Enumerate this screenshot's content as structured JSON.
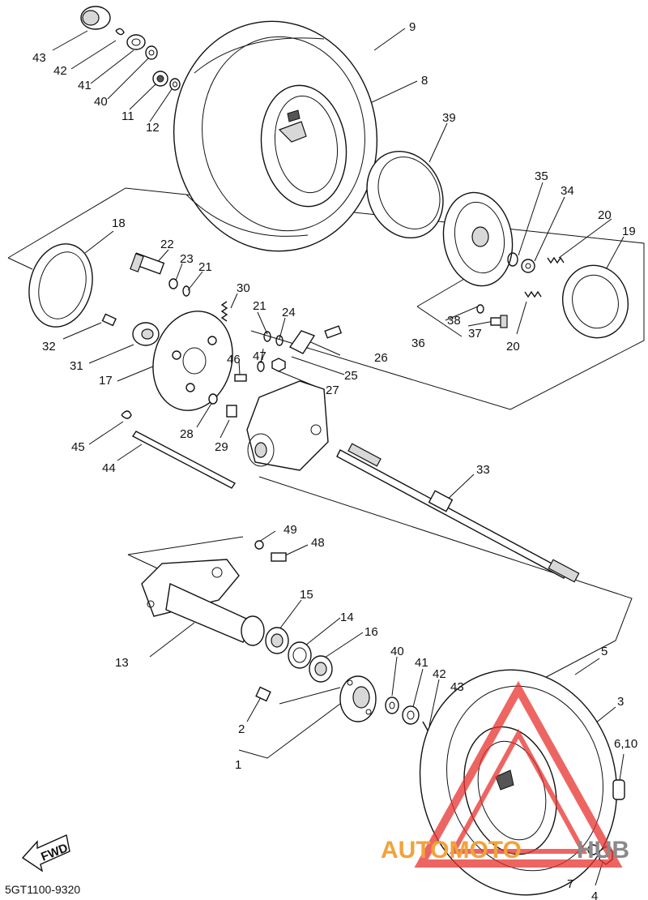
{
  "diagram_code": "5GT1100-9320",
  "fwd_label": "FWD",
  "watermark": {
    "text_part1": "AUTOMOTO",
    "text_part2": "HUB",
    "color_red": "#e8322e",
    "color_orange": "#f2a23a",
    "color_grey": "#8a8a8a"
  },
  "labels": [
    "1",
    "2",
    "3",
    "4",
    "5",
    "6,10",
    "7",
    "8",
    "9",
    "11",
    "12",
    "13",
    "14",
    "15",
    "16",
    "17",
    "18",
    "19",
    "20",
    "20",
    "21",
    "21",
    "22",
    "23",
    "24",
    "25",
    "26",
    "27",
    "28",
    "29",
    "30",
    "31",
    "32",
    "33",
    "34",
    "35",
    "36",
    "37",
    "38",
    "39",
    "40",
    "40",
    "41",
    "41",
    "42",
    "42",
    "43",
    "43",
    "44",
    "45",
    "46",
    "47",
    "48",
    "49"
  ]
}
